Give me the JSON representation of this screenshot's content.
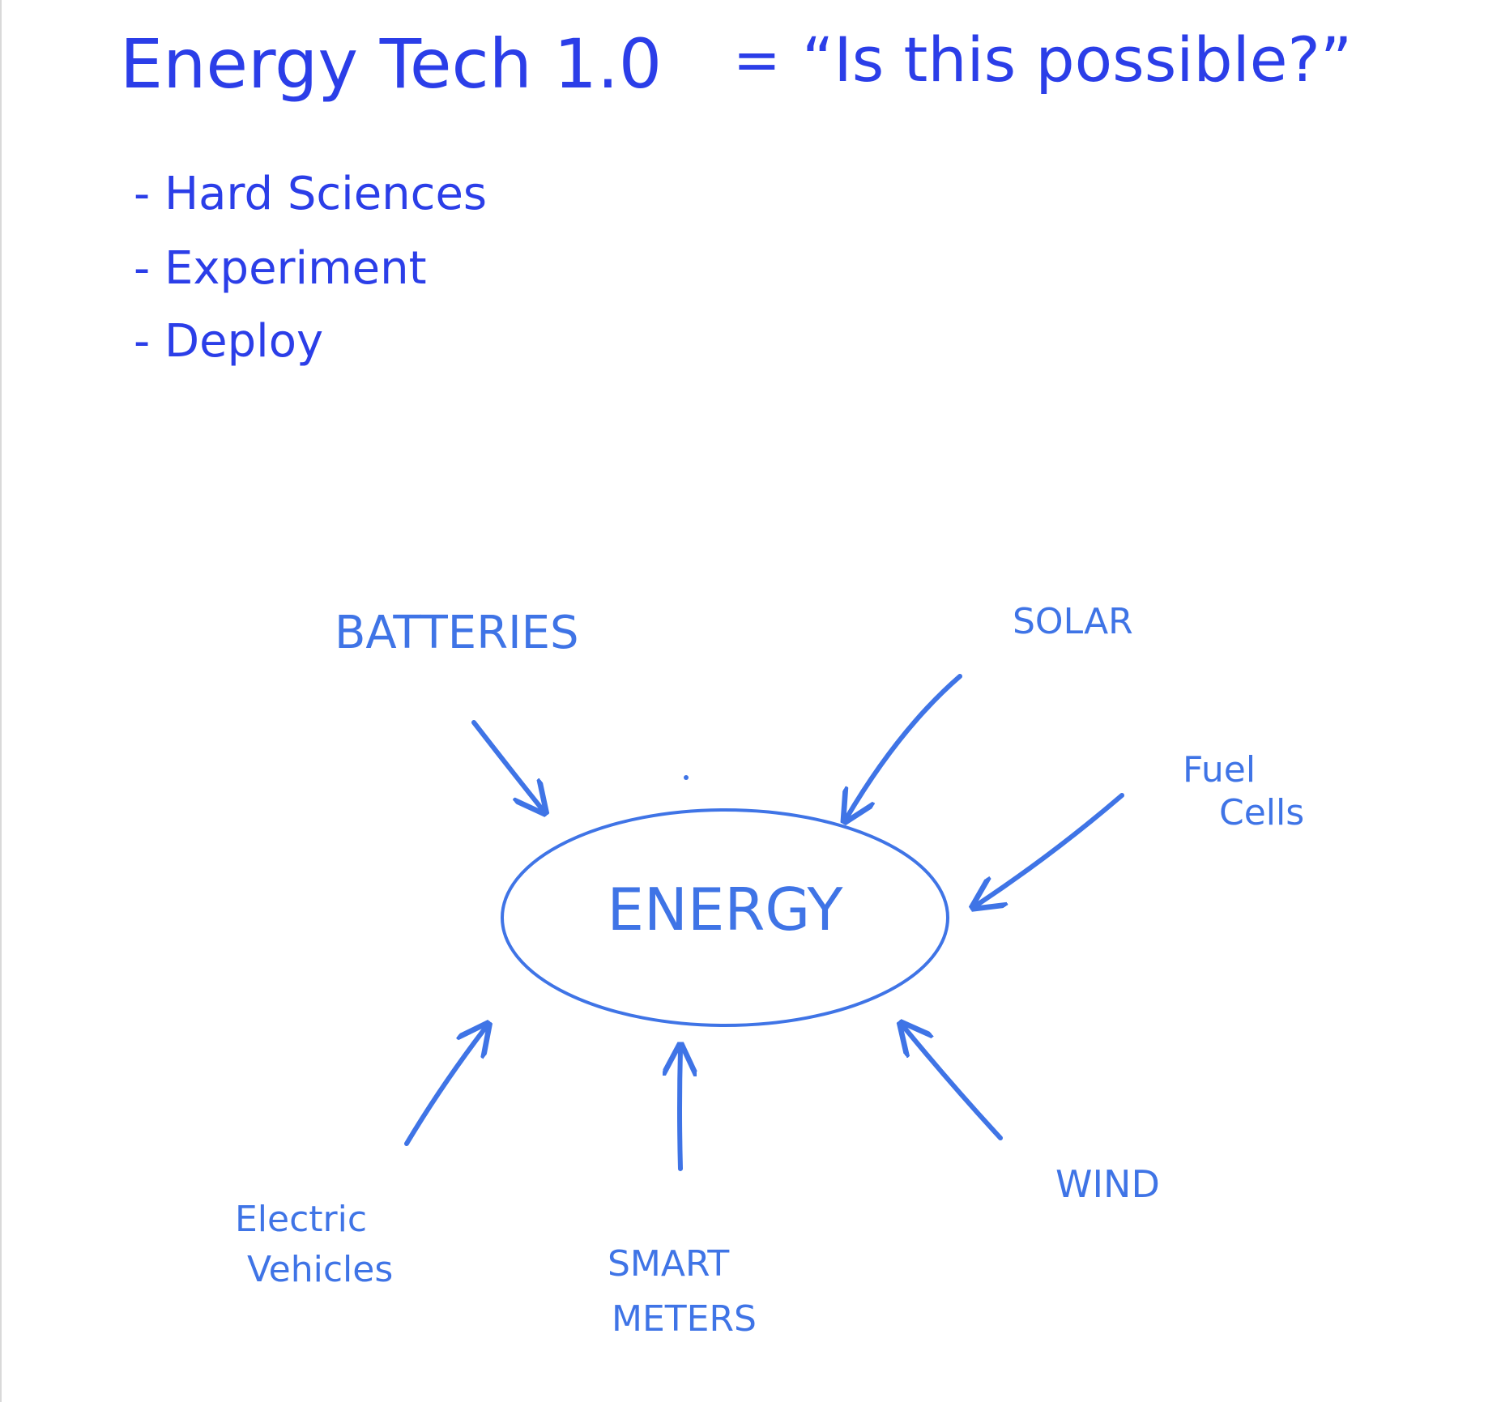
{
  "heading": {
    "title": "Energy Tech 1.0",
    "equals": "=",
    "quote": "“Is this possible?”"
  },
  "bullets": [
    "- Hard Sciences",
    "- Experiment",
    "- Deploy"
  ],
  "diagram": {
    "center": "ENERGY",
    "nodes": {
      "batteries": "BATTERIES",
      "solar": "SOLAR",
      "fuel_cells_line1": "Fuel",
      "fuel_cells_line2": "Cells",
      "electric_vehicles_line1": "Electric",
      "electric_vehicles_line2": "Vehicles",
      "smart_meters_line1": "SMART",
      "smart_meters_line2": "METERS",
      "wind": "WIND"
    }
  },
  "colors": {
    "ink_dark": "#2b3ee8",
    "ink_light": "#3f74e6"
  }
}
